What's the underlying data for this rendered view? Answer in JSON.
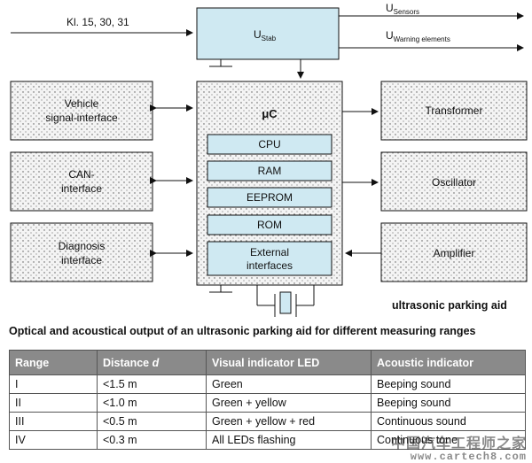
{
  "diagram": {
    "input_label": "Kl. 15, 30, 31",
    "ustab": {
      "main": "U",
      "sub": "Stab"
    },
    "out_sensors": {
      "main": "U",
      "sub": "Sensors"
    },
    "out_warning": {
      "main": "U",
      "sub": "Warning elements"
    },
    "left_blocks": [
      {
        "line1": "Vehicle",
        "line2": "signal-interface"
      },
      {
        "line1": "CAN-",
        "line2": "interface"
      },
      {
        "line1": "Diagnosis",
        "line2": "interface"
      }
    ],
    "right_blocks": [
      "Transformer",
      "Oscillator",
      "Amplifier"
    ],
    "mc_label": "μC",
    "mc_items": [
      "CPU",
      "RAM",
      "EEPROM",
      "ROM"
    ],
    "mc_external": {
      "line1": "External",
      "line2": "interfaces"
    },
    "caption": "ultrasonic parking aid"
  },
  "table": {
    "title": "Optical and acoustical output of an ultrasonic parking aid for different measuring ranges",
    "headers": {
      "range": "Range",
      "distance": "Distance ",
      "distance_var": "d",
      "visual": "Visual indicator LED",
      "acoustic": "Acoustic indicator"
    },
    "rows": [
      {
        "range": "I",
        "distance": "<1.5 m",
        "visual": "Green",
        "acoustic": "Beeping sound"
      },
      {
        "range": "II",
        "distance": "<1.0 m",
        "visual": "Green + yellow",
        "acoustic": "Beeping sound"
      },
      {
        "range": "III",
        "distance": "<0.5 m",
        "visual": "Green + yellow + red",
        "acoustic": "Continuous sound"
      },
      {
        "range": "IV",
        "distance": "<0.3 m",
        "visual": "All LEDs flashing",
        "acoustic": "Continuous tone"
      }
    ]
  },
  "watermark": {
    "line1": "中国汽车工程师之家",
    "line2": "www.cartech8.com"
  },
  "colors": {
    "block_fill": "#cfe9f2",
    "dotted_fill": "#f2f2f2",
    "header_fill": "#8a8a8a"
  }
}
